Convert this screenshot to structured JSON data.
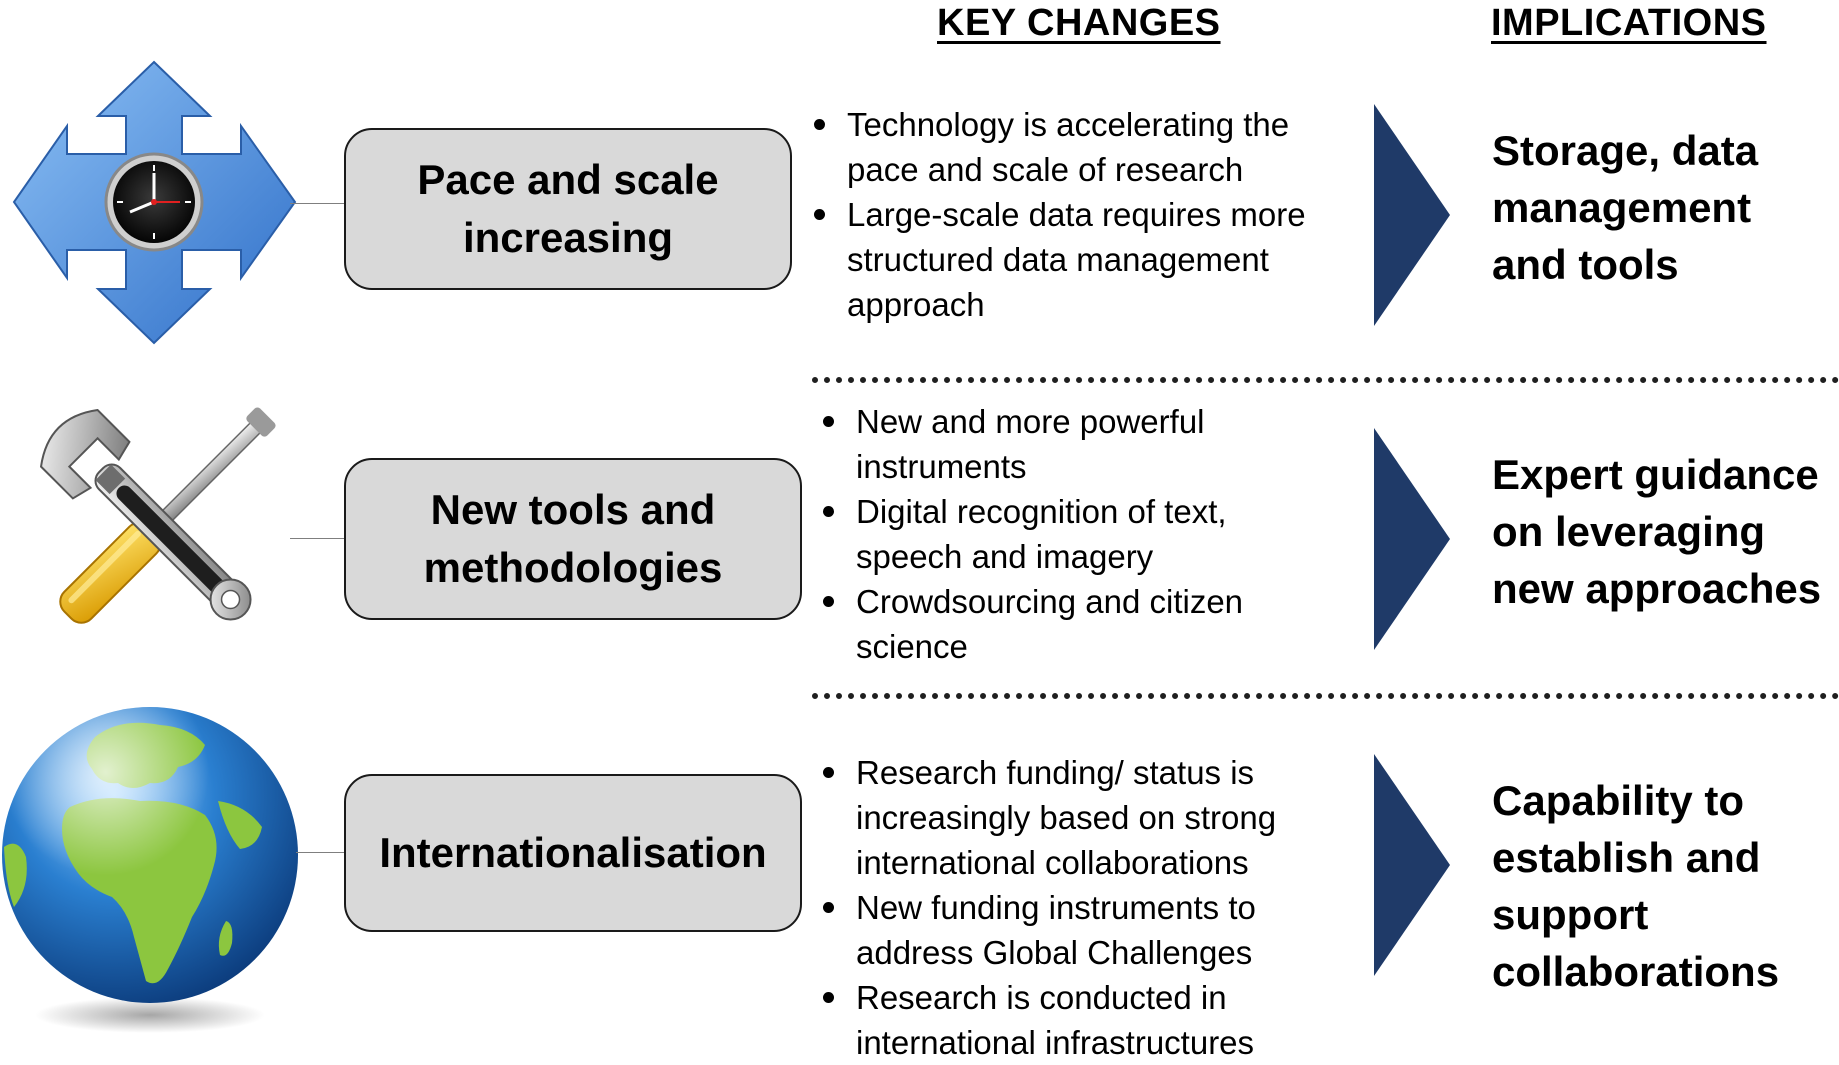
{
  "headers": {
    "key_changes": "KEY CHANGES",
    "implications": "IMPLICATIONS"
  },
  "rows": [
    {
      "icon": "clock-with-arrows-icon",
      "label": "Pace and scale\nincreasing",
      "bullets": [
        "Technology is accelerating the\npace and scale of research",
        "Large-scale data requires more\nstructured data management\napproach"
      ],
      "implication": "Storage, data\nmanagement\nand tools"
    },
    {
      "icon": "wrench-and-screwdriver-icon",
      "label": "New tools and\nmethodologies",
      "bullets": [
        "New and more powerful\ninstruments",
        "Digital recognition of text,\nspeech and imagery",
        "Crowdsourcing and citizen\nscience"
      ],
      "implication": "Expert guidance\non leveraging\nnew approaches"
    },
    {
      "icon": "globe-icon",
      "label": "Internationalisation",
      "bullets": [
        "Research funding/ status  is\nincreasingly based on strong\ninternational collaborations",
        "New funding instruments to\naddress Global Challenges",
        "Research is conducted in\ninternational infrastructures"
      ],
      "implication": "Capability to\nestablish and\nsupport\ncollaborations"
    }
  ],
  "colors": {
    "arrow": "#1f3a68",
    "label_box_fill": "#d9d9d9",
    "icon_blue": "#4a8fe0",
    "screwdriver_yellow": "#f2c200",
    "globe_ocean": "#2a7fd0",
    "globe_land": "#8cc63f"
  }
}
